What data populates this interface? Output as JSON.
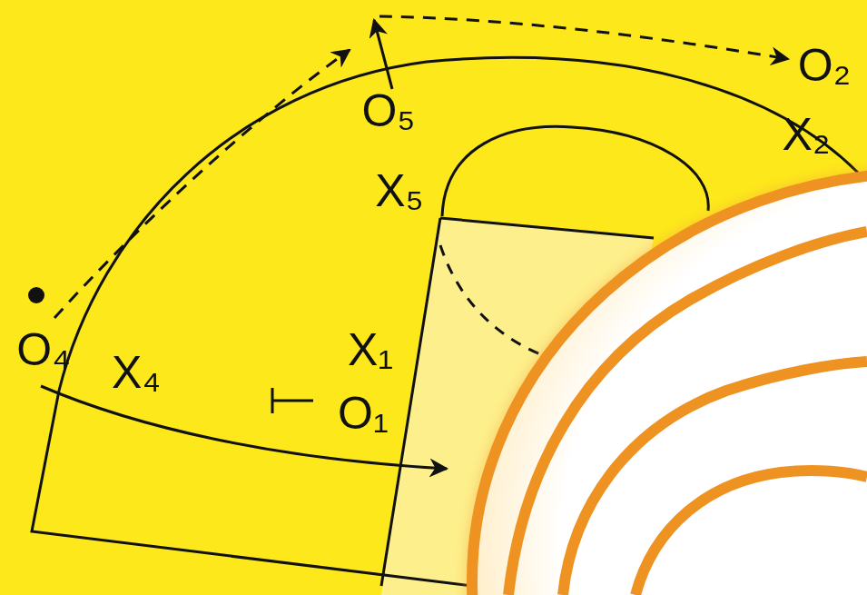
{
  "diagram": {
    "labels": [
      "O₂",
      "X₂",
      "O₅",
      "X₅",
      "O₄",
      "X₄",
      "X₁",
      "O₁"
    ]
  }
}
